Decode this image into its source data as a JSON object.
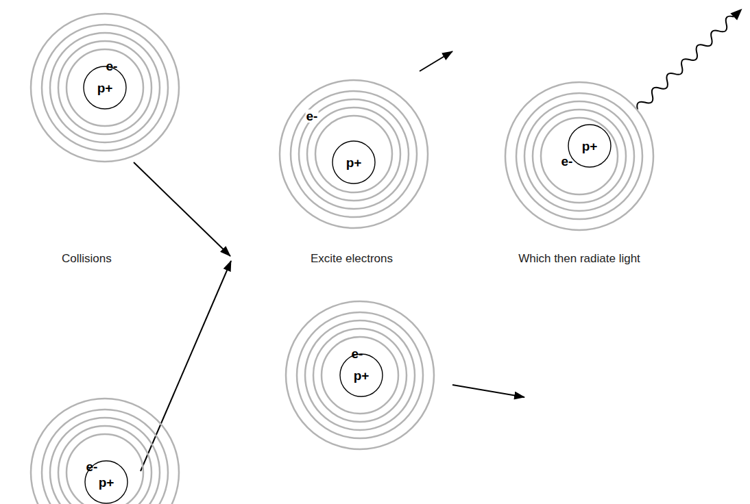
{
  "diagram": {
    "nodes": [
      {
        "text": [
          "e-"
        ]
      },
      {
        "text": [
          "p+"
        ],
        "in": 0
      },
      {
        "text": [
          "e-"
        ]
      },
      {
        "text": [
          "p+"
        ],
        "in": 2
      },
      {
        "text": [
          "e-"
        ]
      },
      {
        "text": [
          "p+"
        ],
        "in": 4
      },
      {
        "text": [
          "e-"
        ]
      },
      {
        "text": [
          "p+"
        ],
        "in": 6
      },
      {
        "text": [
          "e-"
        ]
      },
      {
        "text": [
          "p+"
        ],
        "in": 8
      }
    ],
    "labels": [
      "Collisions",
      "Excite electrons",
      "Which then radiate light"
    ]
  }
}
